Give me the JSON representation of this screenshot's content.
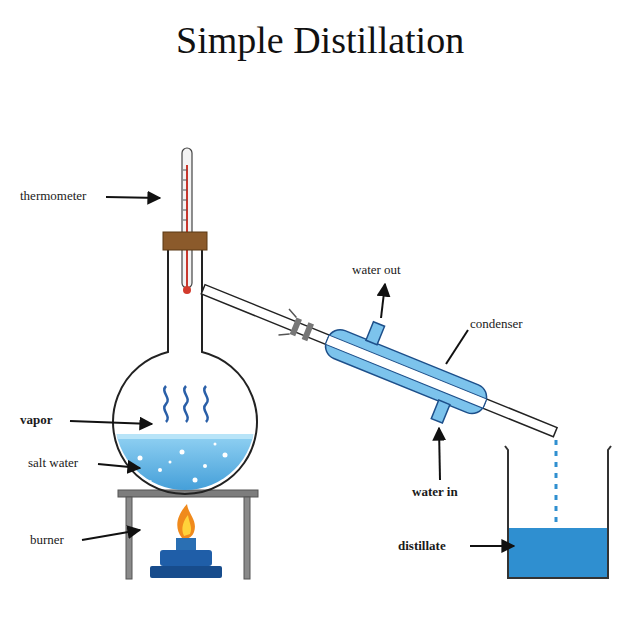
{
  "diagram": {
    "title": "Simple Distillation",
    "labels": [
      "thermometer",
      "water out",
      "condenser",
      "vapor",
      "salt water",
      "burner",
      "water in",
      "distillate"
    ]
  }
}
